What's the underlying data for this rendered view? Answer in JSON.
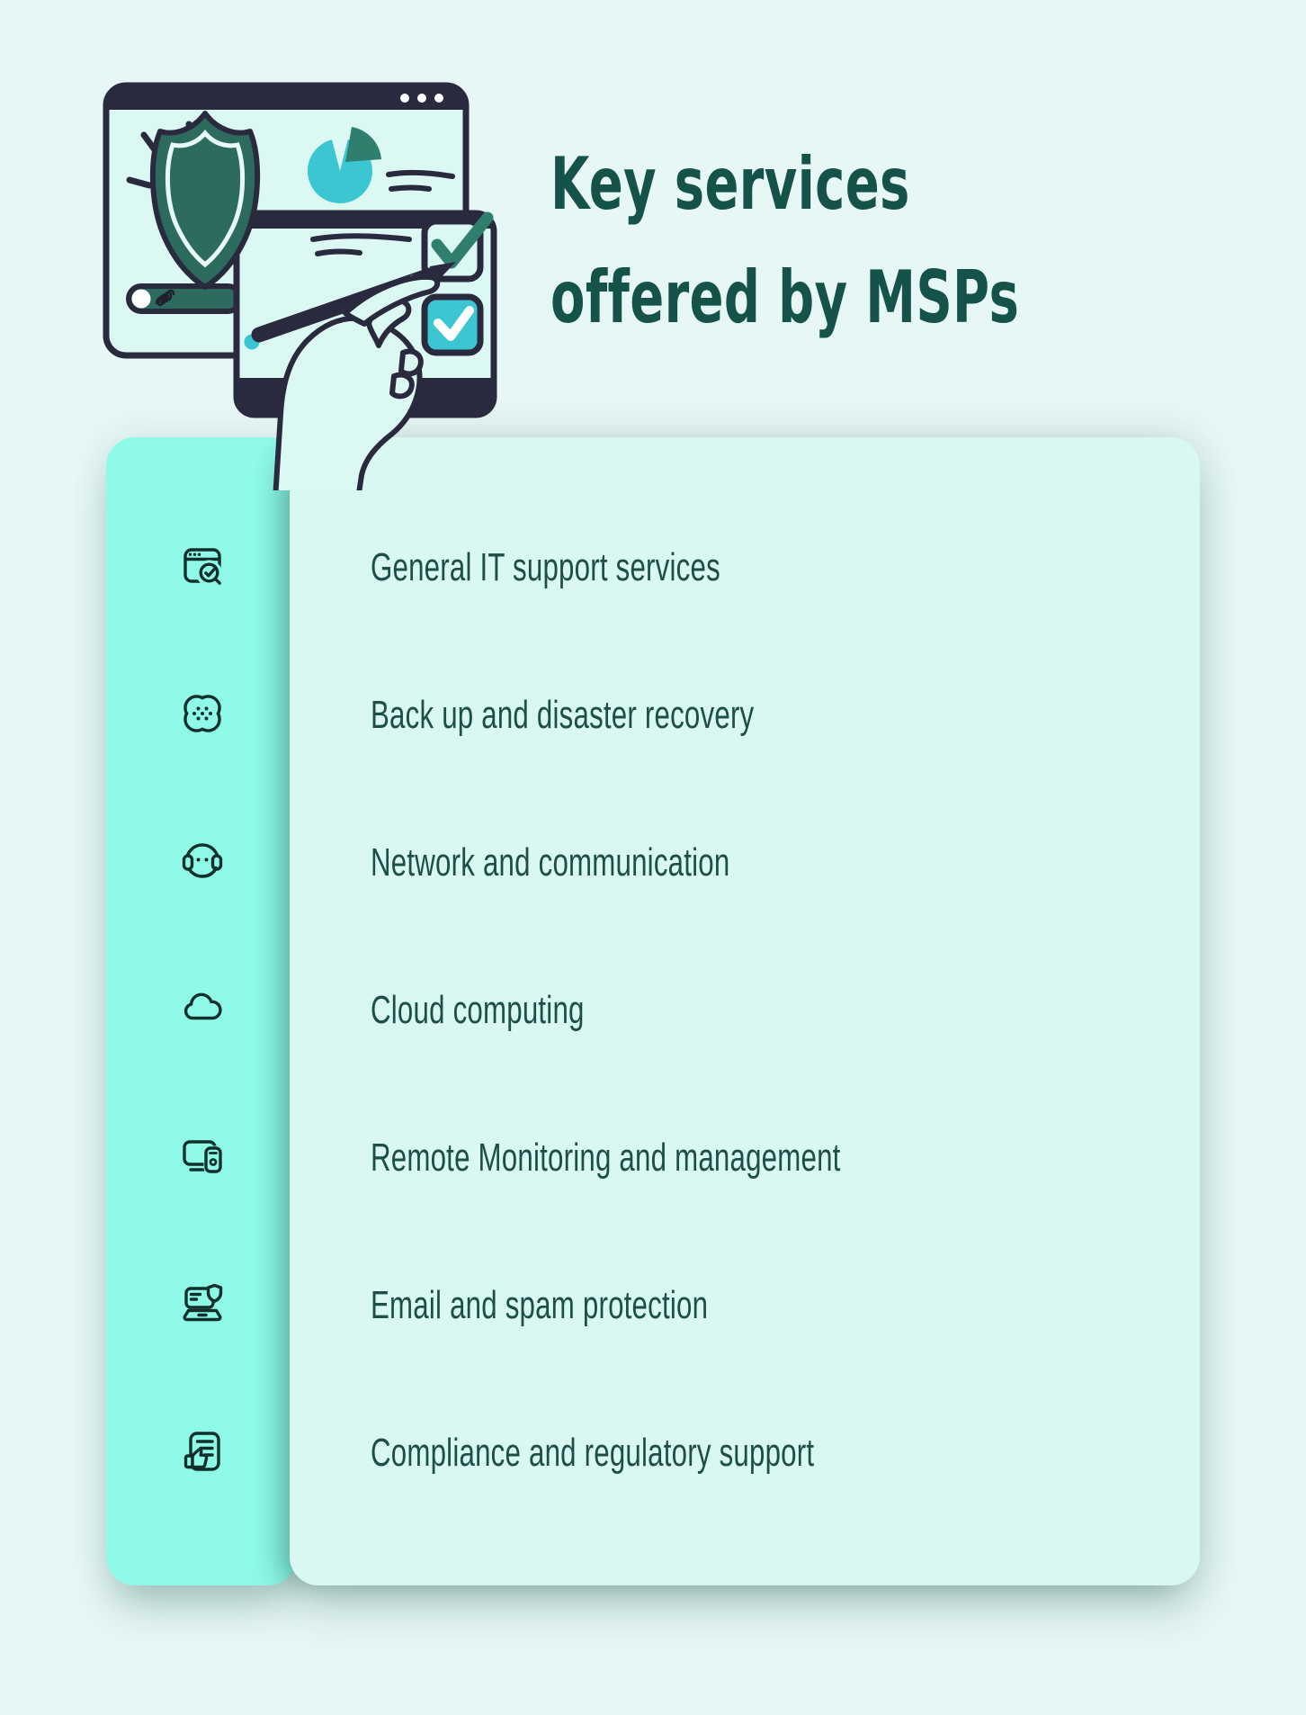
{
  "title": {
    "line1": "Key services",
    "line2": "offered by MSPs"
  },
  "services": [
    {
      "label": "General IT support services",
      "icon": "browser-search-icon"
    },
    {
      "label": "Back up and disaster recovery",
      "icon": "patch-icon"
    },
    {
      "label": "Network and communication",
      "icon": "headset-icon"
    },
    {
      "label": "Cloud computing",
      "icon": "cloud-icon"
    },
    {
      "label": "Remote Monitoring and management",
      "icon": "monitor-phone-icon"
    },
    {
      "label": "Email and spam protection",
      "icon": "laptop-shield-icon"
    },
    {
      "label": "Compliance and regulatory support",
      "icon": "document-approval-icon"
    }
  ],
  "colors": {
    "background": "#e6f7f5",
    "rail": "#8ffae8",
    "panel": "#d9f8f2",
    "title_text": "#15524a",
    "list_text": "#1d4f48",
    "icon_stroke": "#11302c",
    "outline_dark": "#2a2a3e",
    "teal_dark": "#2e6b5f",
    "teal_mid": "#2f7e6e",
    "turquoise": "#3cc6d1",
    "illustration_window": "#dcf8f3"
  }
}
